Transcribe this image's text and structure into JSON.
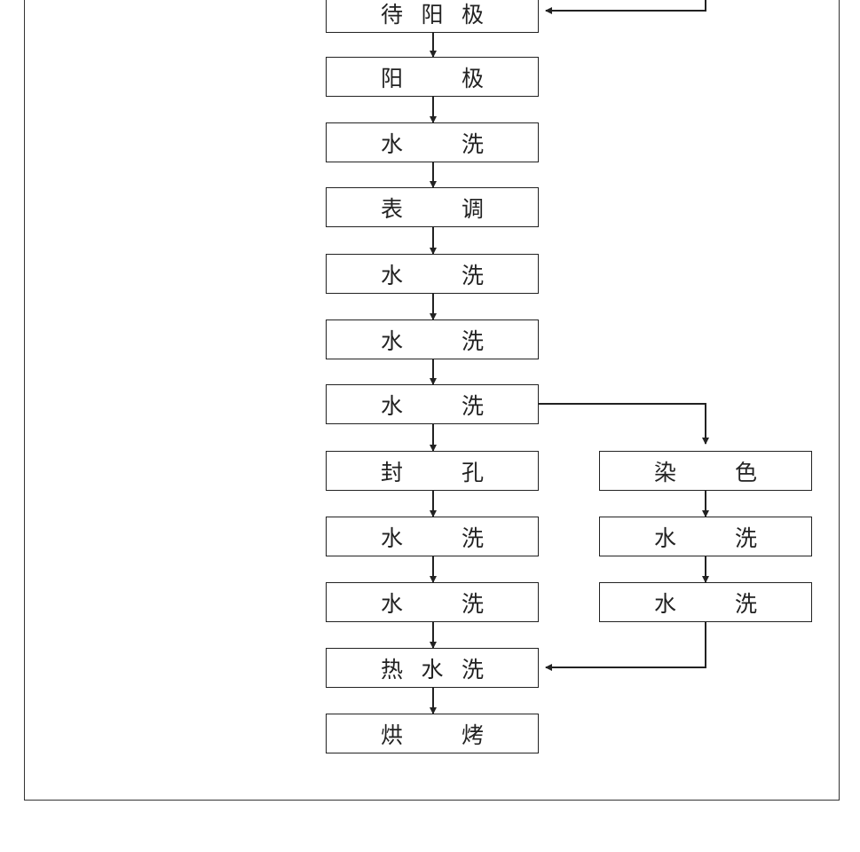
{
  "colors": {
    "stroke": "#222222",
    "background": "#ffffff"
  },
  "left_steps": [
    {
      "id": "L0",
      "chars": [
        "待",
        "阳",
        "极"
      ]
    },
    {
      "id": "L1",
      "chars": [
        "阳",
        "极"
      ]
    },
    {
      "id": "L2",
      "chars": [
        "水",
        "洗"
      ]
    },
    {
      "id": "L3",
      "chars": [
        "表",
        "调"
      ]
    },
    {
      "id": "L4",
      "chars": [
        "水",
        "洗"
      ]
    },
    {
      "id": "L5",
      "chars": [
        "水",
        "洗"
      ]
    },
    {
      "id": "L6",
      "chars": [
        "水",
        "洗"
      ]
    },
    {
      "id": "L7",
      "chars": [
        "封",
        "孔"
      ]
    },
    {
      "id": "L8",
      "chars": [
        "水",
        "洗"
      ]
    },
    {
      "id": "L9",
      "chars": [
        "水",
        "洗"
      ]
    },
    {
      "id": "L10",
      "chars": [
        "热",
        "水",
        "洗"
      ]
    },
    {
      "id": "L11",
      "chars": [
        "烘",
        "烤"
      ]
    }
  ],
  "right_steps": [
    {
      "id": "R0",
      "chars": [
        "染",
        "色"
      ]
    },
    {
      "id": "R1",
      "chars": [
        "水",
        "洗"
      ]
    },
    {
      "id": "R2",
      "chars": [
        "水",
        "洗"
      ]
    }
  ]
}
